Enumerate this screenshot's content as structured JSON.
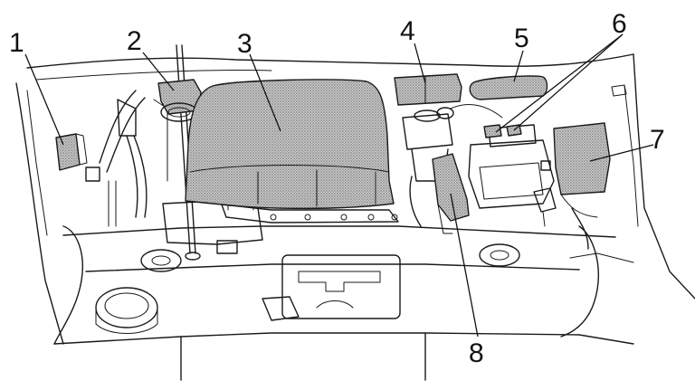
{
  "callouts": [
    {
      "id": "1",
      "label": "1"
    },
    {
      "id": "2",
      "label": "2"
    },
    {
      "id": "3",
      "label": "3"
    },
    {
      "id": "4",
      "label": "4"
    },
    {
      "id": "5",
      "label": "5"
    },
    {
      "id": "6",
      "label": "6"
    },
    {
      "id": "7",
      "label": "7"
    },
    {
      "id": "8",
      "label": "8"
    }
  ],
  "colors": {
    "line": "#1a1a1a",
    "highlight_fill": "#b5b5b5",
    "background": "#ffffff"
  }
}
